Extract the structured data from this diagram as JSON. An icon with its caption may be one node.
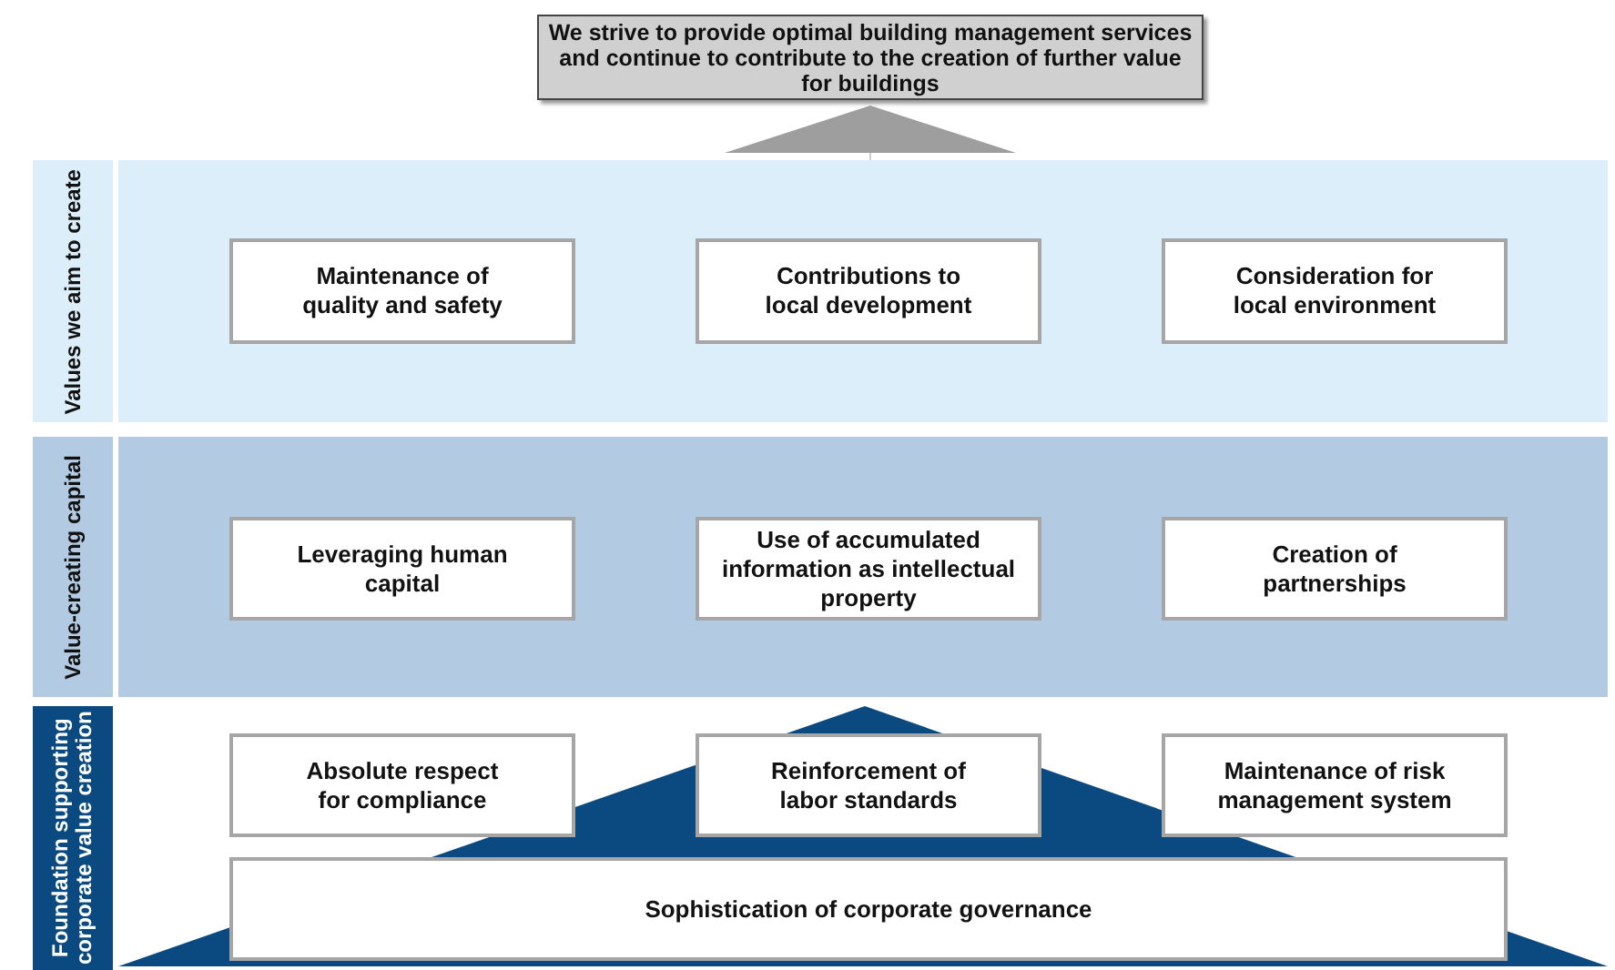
{
  "diagram": {
    "nodes": [
      {
        "text": [
          "We strive to provide optimal building management services and continue to contribute to the creation of further value for buildings"
        ]
      },
      {
        "text": [
          "Values we aim to create"
        ]
      },
      {
        "text": [
          "Maintenance of quality and safety"
        ],
        "in": 1
      },
      {
        "text": [
          "Contributions to local development"
        ],
        "in": 1
      },
      {
        "text": [
          "Consideration for local environment"
        ],
        "in": 1
      },
      {
        "text": [
          "Value-creating capital"
        ]
      },
      {
        "text": [
          "Leveraging human capital"
        ],
        "in": 5
      },
      {
        "text": [
          "Use of accumulated information as intellectual property"
        ],
        "in": 5
      },
      {
        "text": [
          "Creation of partnerships"
        ],
        "in": 5
      },
      {
        "text": [
          "Foundation supporting corporate value creation"
        ]
      },
      {
        "text": [
          "Absolute respect for compliance"
        ],
        "in": 9
      },
      {
        "text": [
          "Reinforcement of labor standards"
        ],
        "in": 9
      },
      {
        "text": [
          "Maintenance of risk management system"
        ],
        "in": 9
      },
      {
        "text": [
          "Sophistication of corporate governance"
        ],
        "in": 9
      }
    ],
    "edges": [
      {
        "from": 1,
        "to": 0,
        "arrow": "to"
      }
    ]
  }
}
